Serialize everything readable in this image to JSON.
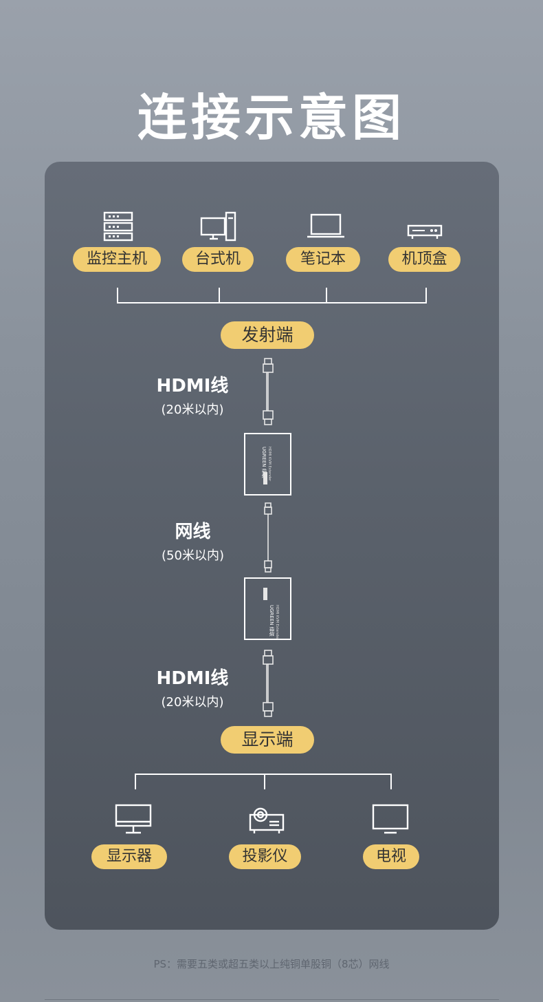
{
  "title": "连接示意图",
  "sources": {
    "items": [
      {
        "label": "监控主机",
        "icon": "server-icon"
      },
      {
        "label": "台式机",
        "icon": "desktop-pc-icon"
      },
      {
        "label": "笔记本",
        "icon": "laptop-icon"
      },
      {
        "label": "机顶盒",
        "icon": "set-top-box-icon"
      }
    ]
  },
  "transmitter_label": "发射端",
  "cable1": {
    "name": "HDMI线",
    "limit": "(20米以内)"
  },
  "cable2": {
    "name": "网线",
    "limit": "(50米以内)"
  },
  "cable3": {
    "name": "HDMI线",
    "limit": "(20米以内)"
  },
  "receiver_label": "显示端",
  "displays": {
    "items": [
      {
        "label": "显示器",
        "icon": "monitor-icon"
      },
      {
        "label": "投影仪",
        "icon": "projector-icon"
      },
      {
        "label": "电视",
        "icon": "tv-icon"
      }
    ]
  },
  "device_brand": "UGREEN 绿联",
  "footnote": "PS：需要五类或超五类以上纯铜单股铜（8芯）网线",
  "colors": {
    "accent": "#f1cd72",
    "panel": "#5a616b",
    "line": "#ffffff"
  }
}
